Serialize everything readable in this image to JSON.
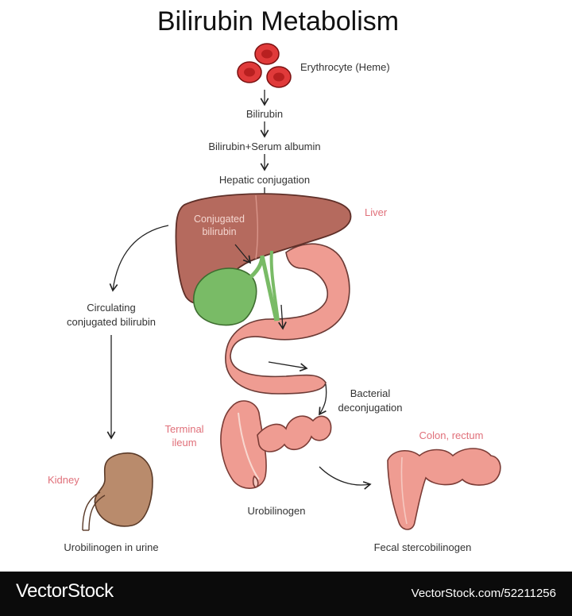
{
  "title": "Bilirubin Metabolism",
  "flow": {
    "erythrocyte": "Erythrocyte (Heme)",
    "bilirubin": "Bilirubin",
    "albumin": "Bilirubin+Serum albumin",
    "hepatic": "Hepatic conjugation",
    "conjugated_line1": "Conjugated",
    "conjugated_line2": "bilirubin",
    "circulating_line1": "Circulating",
    "circulating_line2": "conjugated bilirubin",
    "bacterial_line1": "Bacterial",
    "bacterial_line2": "deconjugation",
    "urobilinogen": "Urobilinogen",
    "urine": "Urobilinogen in urine",
    "fecal": "Fecal stercobilinogen"
  },
  "organs": {
    "liver": "Liver",
    "terminal_line1": "Terminal",
    "terminal_line2": "ileum",
    "colon": "Colon, rectum",
    "kidney": "Kidney"
  },
  "colors": {
    "organ_label": "#e0707a",
    "erythrocyte": "#e03a3a",
    "liver": "#b56a5e",
    "gallbladder": "#79bb66",
    "intestine": "#ef9c92",
    "kidney": "#b98b6c",
    "footer_bg": "#0b0b0b"
  },
  "footer": {
    "brand": "VectorStock",
    "stock_id": "VectorStock.com/52211256"
  }
}
